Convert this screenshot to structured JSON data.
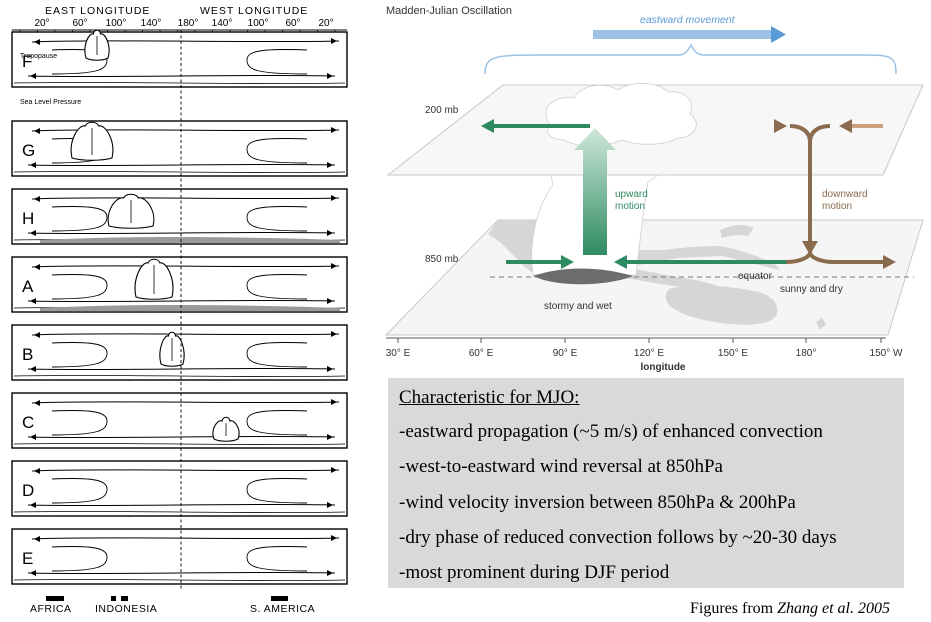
{
  "left_panel": {
    "header_east": "EAST LONGITUDE",
    "header_west": "WEST LONGITUDE",
    "tick_labels": [
      "20°",
      "60°",
      "100°",
      "140°",
      "180°",
      "140°",
      "100°",
      "60°",
      "20°"
    ],
    "tropopause_label": "Tropopause",
    "slp_label": "Sea Level Pressure",
    "panels": [
      "F",
      "G",
      "H",
      "A",
      "B",
      "C",
      "D",
      "E"
    ],
    "regions": [
      "AFRICA",
      "INDONESIA",
      "S. AMERICA"
    ]
  },
  "right_panel": {
    "title": "Madden-Julian Oscillation",
    "eastward_label": "eastward movement",
    "level_200": "200 mb",
    "level_850": "850 mb",
    "upward_line1": "upward",
    "upward_line2": "motion",
    "downward_line1": "downward",
    "downward_line2": "motion",
    "equator_label": "equator",
    "stormy_label": "stormy and wet",
    "sunny_label": "sunny and dry",
    "lon_ticks": [
      "30° E",
      "60° E",
      "90° E",
      "120° E",
      "150° E",
      "180°",
      "150° W"
    ],
    "axis_label": "longitude",
    "colors": {
      "upward": "#2e8b61",
      "downward": "#8b6b4e",
      "eastward": "#5b9bd5"
    }
  },
  "mjo": {
    "heading": "Characteristic for MJO:",
    "items": [
      "-eastward propagation (~5 m/s) of enhanced convection",
      "-west-to-eastward wind reversal at 850hPa",
      "-wind velocity inversion between 850hPa & 200hPa",
      "-dry phase of reduced convection follows by ~20-30 days",
      "-most prominent during DJF period"
    ]
  },
  "credit": {
    "prefix": "Figures from ",
    "citation": "Zhang et al. 2005"
  }
}
